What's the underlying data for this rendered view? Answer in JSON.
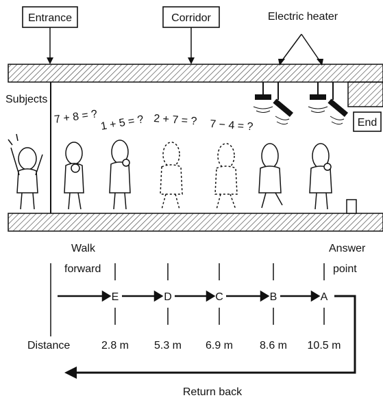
{
  "labels": {
    "entrance": "Entrance",
    "corridor": "Corridor",
    "electric_heater": "Electric heater",
    "subjects": "Subjects",
    "end": "End",
    "walk_forward_line1": "Walk",
    "walk_forward_line2": "forward",
    "answer_point_line1": "Answer",
    "answer_point_line2": "point",
    "distance": "Distance",
    "return_back": "Return back"
  },
  "questions": [
    "7 + 8 = ?",
    "1 + 5 = ?",
    "2 + 7 = ?",
    "7 − 4 = ?"
  ],
  "points": [
    {
      "letter": "E",
      "distance": "2.8 m"
    },
    {
      "letter": "D",
      "distance": "5.3 m"
    },
    {
      "letter": "C",
      "distance": "6.9 m"
    },
    {
      "letter": "B",
      "distance": "8.6 m"
    },
    {
      "letter": "A",
      "distance": "10.5 m"
    }
  ],
  "icons": [
    "entrance-box",
    "corridor-box",
    "heater-icon",
    "person-icon",
    "arrow-icon"
  ]
}
